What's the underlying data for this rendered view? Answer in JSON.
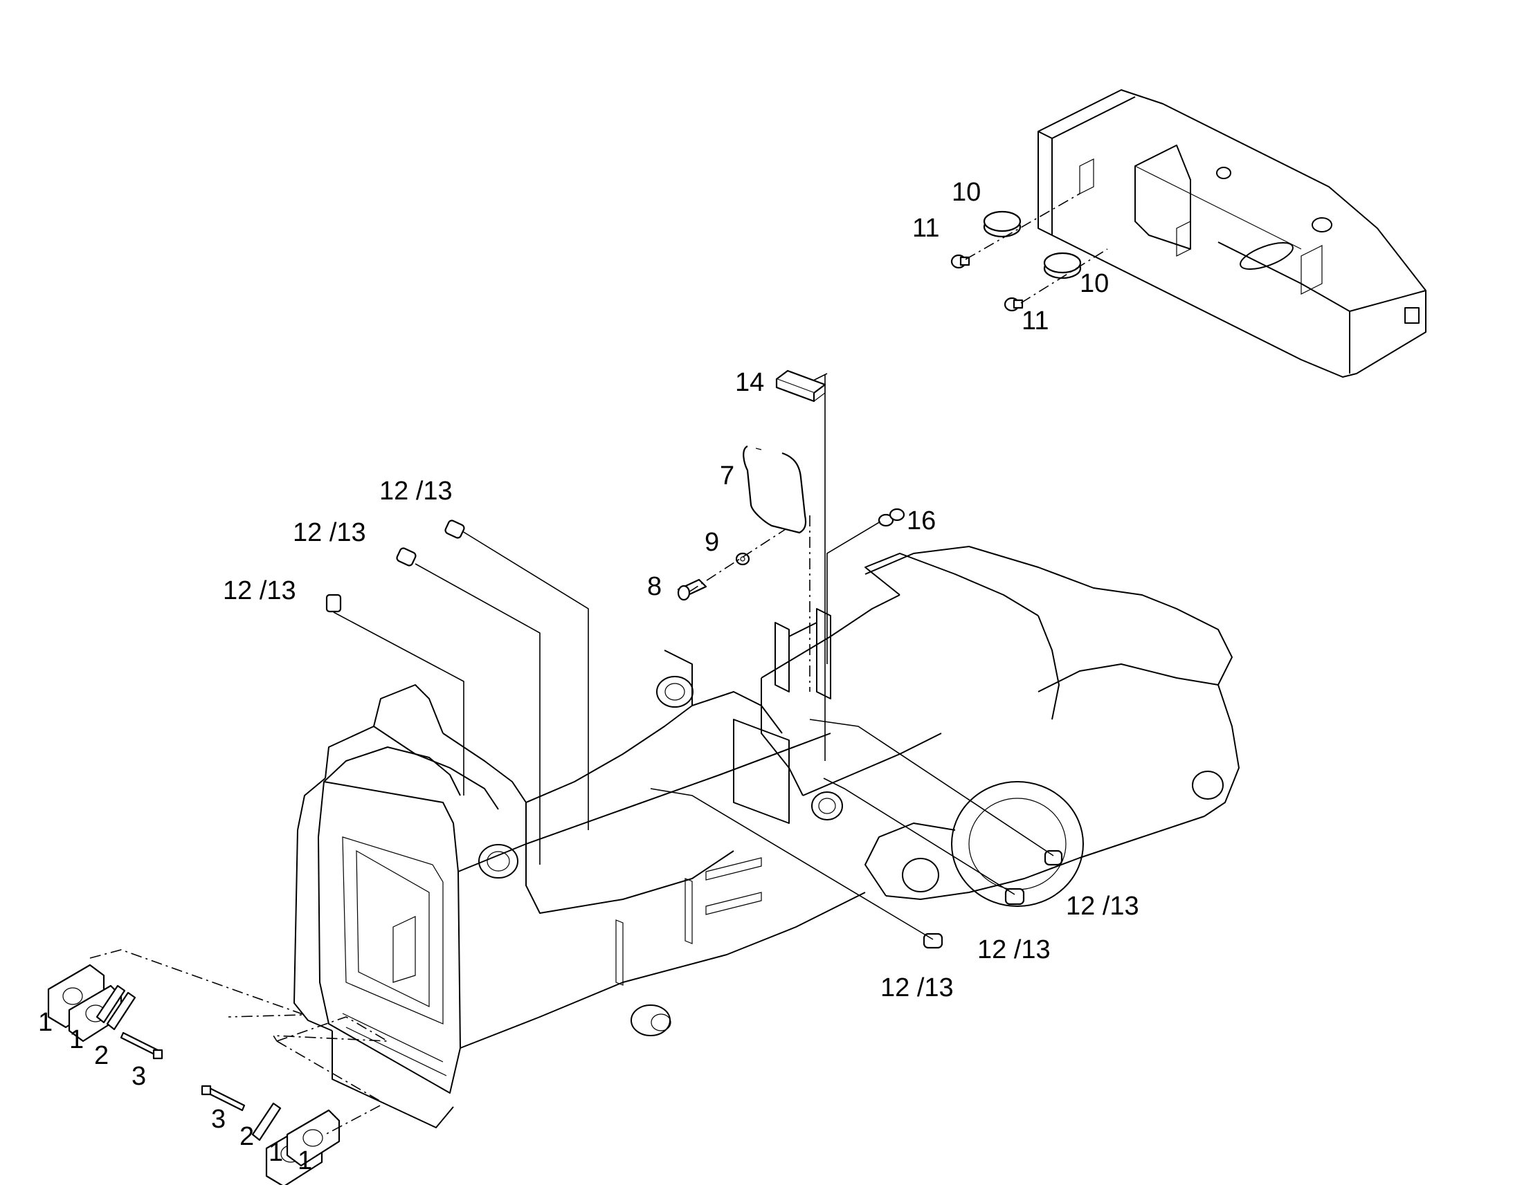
{
  "callouts": {
    "c1a": "1",
    "c1b": "1",
    "c1c": "1",
    "c1d": "1",
    "c2a": "2",
    "c2b": "2",
    "c3a": "3",
    "c3b": "3",
    "c7": "7",
    "c8": "8",
    "c9": "9",
    "c10a": "10",
    "c10b": "10",
    "c11a": "11",
    "c11b": "11",
    "c12a": "12 /13",
    "c12b": "12 /13",
    "c12c": "12 /13",
    "c12d": "12 /13",
    "c12e": "12 /13",
    "c12f": "12 /13",
    "c14": "14",
    "c16": "16"
  }
}
